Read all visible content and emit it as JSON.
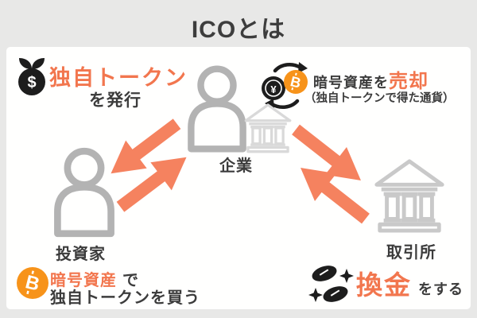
{
  "title": "ICOとは",
  "colors": {
    "accent_orange": "#f2764e",
    "arrow_orange": "#f5825f",
    "bitcoin_orange": "#f7931a",
    "icon_black": "#1d1d1d",
    "person_gray": "#b3b3b3",
    "bank_gray": "#c9c9c9",
    "bank_gray_light": "#d9d9d9",
    "text_dark": "#3c3c3c",
    "page_bg": "#e8e8e7",
    "panel_bg": "#fffffe"
  },
  "entities": {
    "company": "企業",
    "investor": "投資家",
    "exchange": "取引所"
  },
  "notes": {
    "issue_token": {
      "highlight": "独自トークン",
      "suffix": "を発行"
    },
    "sell_crypto": {
      "prefix": "暗号資産を",
      "highlight": "売却",
      "subnote": "（独自トークンで得た通貨）"
    },
    "buy_token": {
      "highlight": "暗号資産",
      "suffix": "で",
      "line2": "独自トークンを買う"
    },
    "cash_out": {
      "highlight": "換金",
      "suffix": "をする"
    }
  },
  "icons": {
    "issue": "money-sprout-icon",
    "sell": "currency-exchange-icon",
    "buy": "bitcoin-icon",
    "cash": "coins-sparkle-icon",
    "company": "person-icon + bank-icon",
    "investor": "person-icon",
    "exchange": "bank-icon"
  }
}
